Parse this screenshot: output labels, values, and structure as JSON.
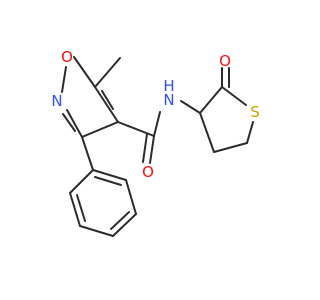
{
  "colors": {
    "bond": "#2b2b2b",
    "carbon": "#2b2b2b",
    "oxygen": "#ff0d0d",
    "nitrogen": "#3050f8",
    "sulfur": "#c8a200"
  },
  "atom_labels": {
    "ring_oxygen": "O",
    "ring_nitrogen": "N",
    "amide_nh": "N",
    "amide_h": "H",
    "amide_oxygen": "O",
    "lactone_oxygen": "O",
    "thio_sulfur": "S"
  }
}
